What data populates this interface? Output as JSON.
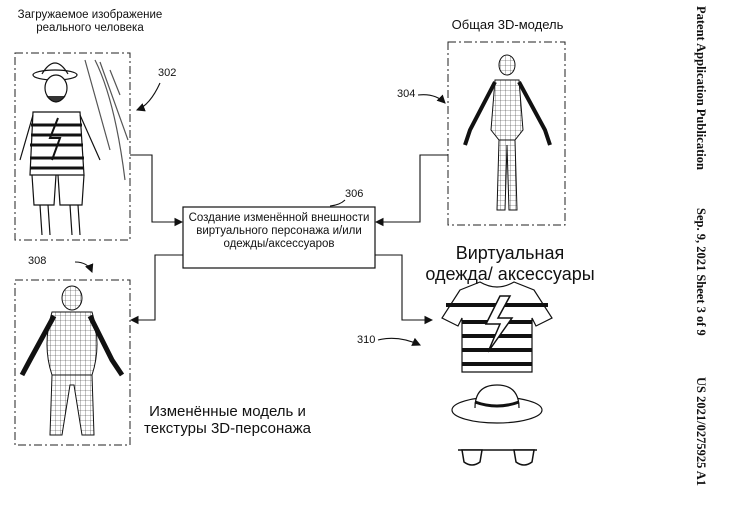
{
  "header": {
    "publication": "Patent Application Publication",
    "date_sheet": "Sep. 9, 2021   Sheet 3 of 9",
    "number": "US 2021/0275925 A1"
  },
  "figure": {
    "uploaded_image_label": "Загружаемое изображение реального человека",
    "generic_model_label": "Общая 3D-модель",
    "process_box_label": "Создание изменённой внешности виртуального персонажа и/или одежды/аксессуаров",
    "virtual_clothing_label": "Виртуальная одежда/ аксессуары",
    "modified_model_label": "Изменённые модель и текстуры 3D-персонажа",
    "refs": {
      "r302": "302",
      "r304": "304",
      "r306": "306",
      "r308": "308",
      "r310": "310"
    }
  }
}
